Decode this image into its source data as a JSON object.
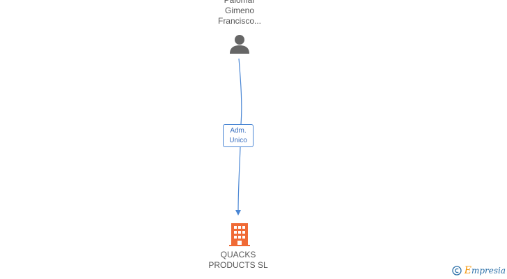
{
  "nodes": {
    "person": {
      "name_lines": [
        "Palomar",
        "Gimeno",
        "Francisco..."
      ],
      "icon": "person-icon",
      "color": "#666666"
    },
    "company": {
      "name_lines": [
        "QUACKS",
        "PRODUCTS SL"
      ],
      "icon": "building-icon",
      "color": "#f06a35"
    }
  },
  "edges": [
    {
      "from": "person",
      "to": "company",
      "label_lines": [
        "Adm.",
        "Unico"
      ],
      "color": "#4a86d4"
    }
  ],
  "watermark": {
    "symbol": "©",
    "brand_initial": "E",
    "brand_rest": "mpresia",
    "colors": {
      "initial": "#f39200",
      "text": "#2a6fa8"
    }
  }
}
